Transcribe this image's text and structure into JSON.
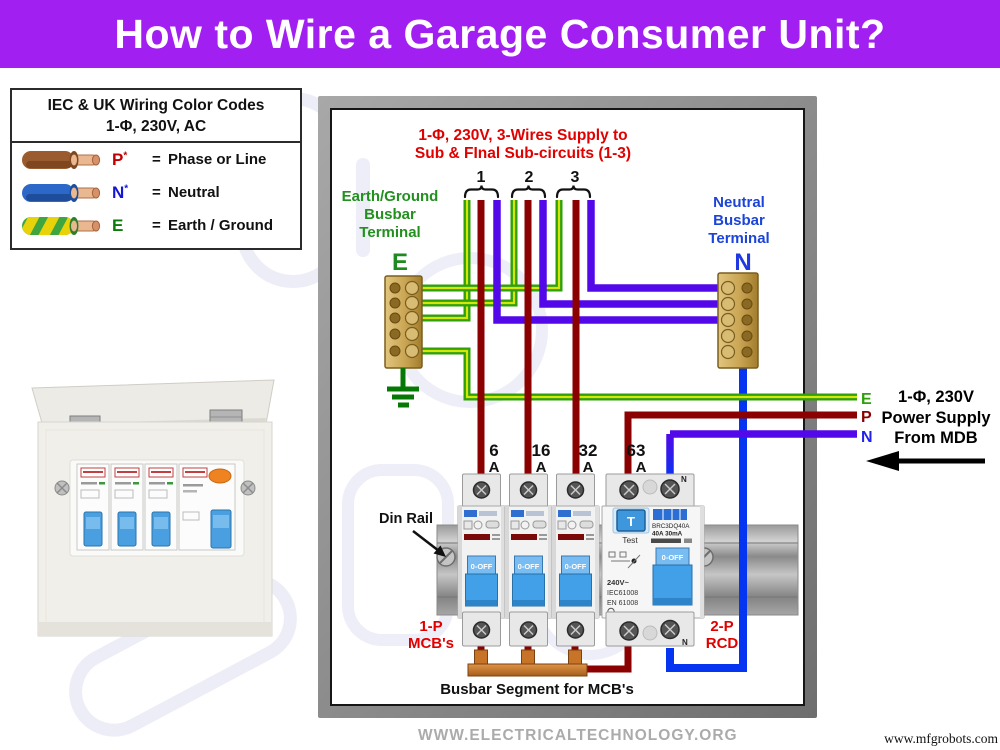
{
  "header": {
    "title": "How to Wire a Garage Consumer Unit?"
  },
  "legend": {
    "title1": "IEC & UK Wiring Color Codes",
    "title2": "1-Φ, 230V, AC",
    "rows": [
      {
        "wire": "brown-phase-wire",
        "symbol": "P",
        "star": "*",
        "equals": "=",
        "label": "Phase or Line"
      },
      {
        "wire": "blue-neutral-wire",
        "symbol": "N",
        "star": "*",
        "equals": "=",
        "label": "Neutral"
      },
      {
        "wire": "green-yellow-earth-wire",
        "symbol": "E",
        "star": "",
        "equals": "=",
        "label": "Earth / Ground"
      }
    ]
  },
  "diagram": {
    "heading1": "1-Φ, 230V, 3-Wires Supply to",
    "heading2": "Sub & FInal Sub-circuits (1-3)",
    "circuits": [
      "1",
      "2",
      "3"
    ],
    "earth_label": [
      "Earth/Ground",
      "Busbar",
      "Terminal"
    ],
    "earth_letter": "E",
    "neutral_label": [
      "Neutral",
      "Busbar",
      "Terminal"
    ],
    "neutral_letter": "N",
    "ratings": [
      {
        "value": "6",
        "unit": "A"
      },
      {
        "value": "16",
        "unit": "A"
      },
      {
        "value": "32",
        "unit": "A"
      },
      {
        "value": "63",
        "unit": "A"
      }
    ],
    "din_rail": "Din Rail",
    "mcb_tag": [
      "1-P",
      "MCB's"
    ],
    "rcd_tag": [
      "2-P",
      "RCD"
    ],
    "busbar_segment": "Busbar Segment for MCB's",
    "toggle": "0-OFF",
    "rcd": {
      "test": "T",
      "test_label": "Test",
      "model": "BRC3DQ40A",
      "rating": "40A 30mA",
      "voltage": "240V~",
      "std1": "IEC61008",
      "std2": "EN 61008",
      "n": "N"
    },
    "supply": {
      "e": "E",
      "p": "P",
      "n": "N",
      "line1": "1-Φ, 230V",
      "line2": "Power Supply",
      "line3": "From MDB"
    }
  },
  "footer": {
    "site": "WWW.ELECTRICALTECHNOLOGY.ORG",
    "credit": "www.mfgrobots.com"
  },
  "colors": {
    "header_bg": "#A21FF2",
    "red_text": "#E10000",
    "green_text": "#22901F",
    "blue_text": "#1C44D8",
    "phase_wire": "#8B0000",
    "neutral_wire_purple": "#5208E8",
    "neutral_wire_blue": "#0535F0",
    "earth_wire_green": "#2FA00A",
    "earth_wire_yellow": "#D6E60A",
    "brass": "#C9A553",
    "copper": "#C87428",
    "toggle_blue": "#42A0E8",
    "rcd_button_orange": "#EF8322"
  }
}
